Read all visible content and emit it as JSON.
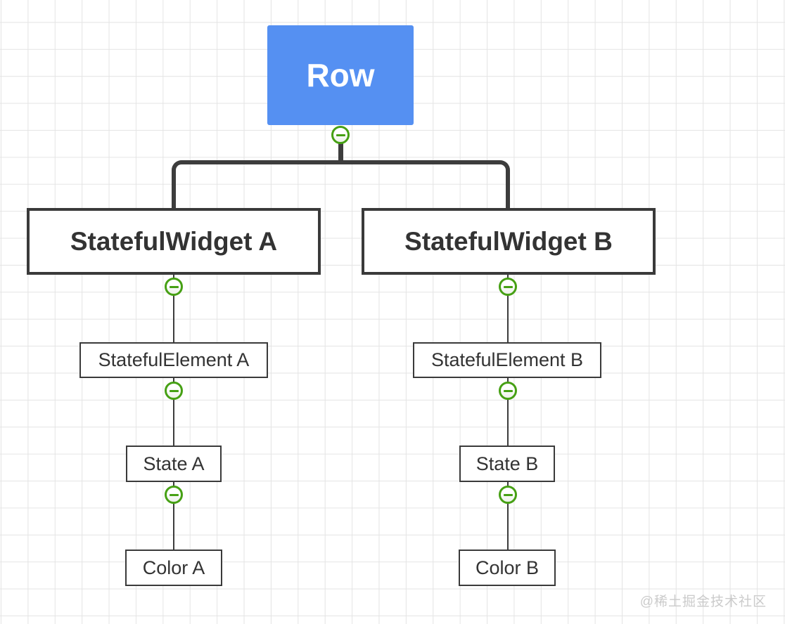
{
  "diagram": {
    "root": {
      "label": "Row"
    },
    "branches": [
      {
        "widget_label": "StatefulWidget A",
        "element_label": "StatefulElement A",
        "state_label": "State A",
        "color_label": "Color A"
      },
      {
        "widget_label": "StatefulWidget B",
        "element_label": "StatefulElement B",
        "state_label": "State B",
        "color_label": "Color B"
      }
    ],
    "collapse_button_glyph": "−"
  },
  "watermark": {
    "text": "@稀土掘金技术社区"
  },
  "colors": {
    "root_fill": "#5590f2",
    "root_text": "#ffffff",
    "node_border": "#3a3a3a",
    "node_text": "#333333",
    "connector": "#3d3d3d",
    "collapse_green": "#46a014",
    "grid_line": "#e4e4e4",
    "watermark_text": "#cbcbcb"
  }
}
